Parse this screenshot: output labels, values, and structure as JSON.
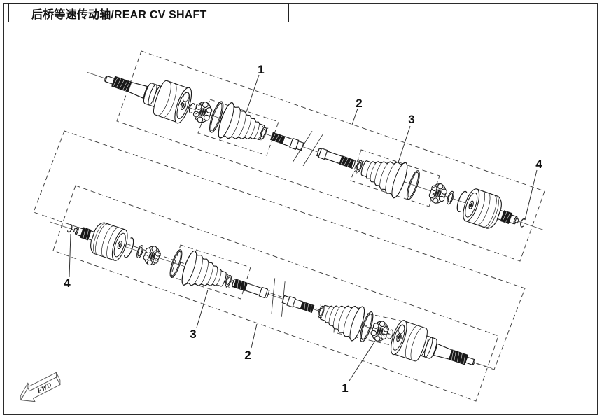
{
  "title": {
    "text": "后桥等速传动轴/REAR CV SHAFT"
  },
  "callouts": {
    "upper": [
      {
        "label": "1"
      },
      {
        "label": "2"
      },
      {
        "label": "3"
      },
      {
        "label": "4"
      }
    ],
    "lower": [
      {
        "label": "4"
      },
      {
        "label": "3"
      },
      {
        "label": "2"
      },
      {
        "label": "1"
      }
    ]
  },
  "fwd": {
    "label": "FWD"
  },
  "colors": {
    "line": "#1a1a1a",
    "dash": "#3d3d3d",
    "background": "#ffffff"
  }
}
